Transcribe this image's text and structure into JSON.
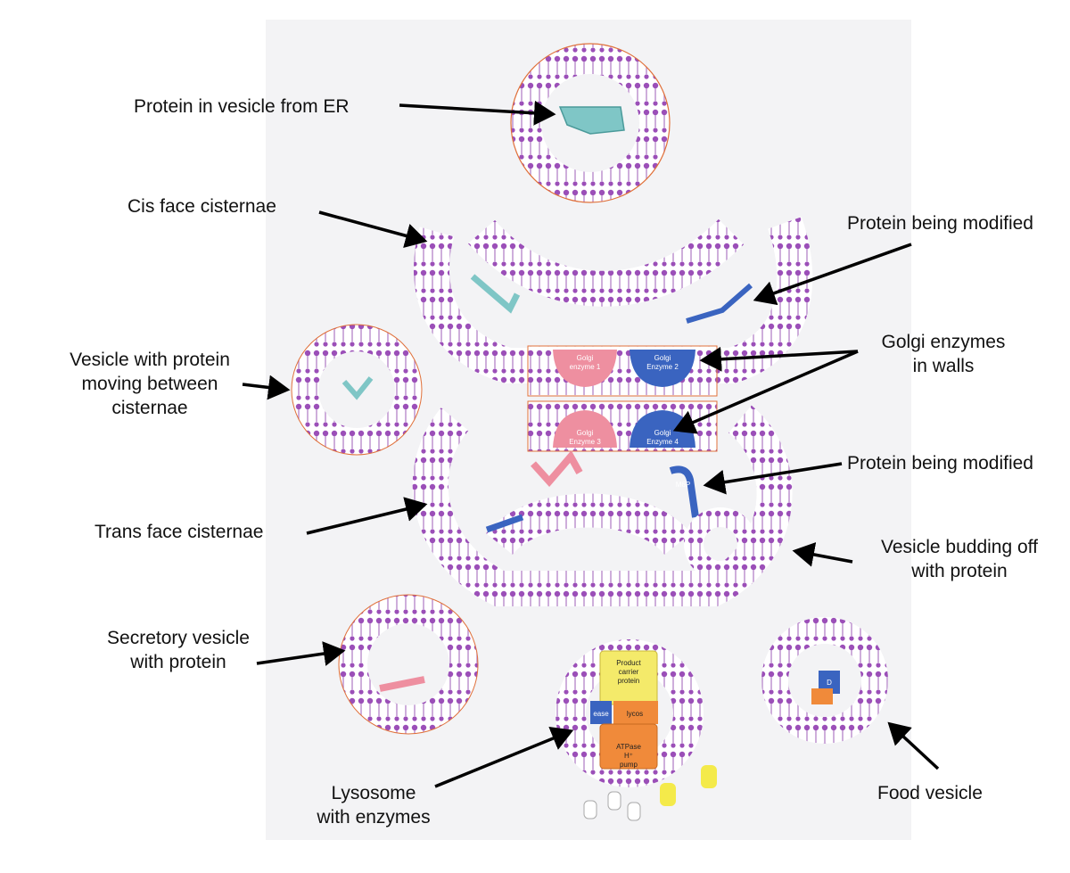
{
  "labels": {
    "protein_er": "Protein in vesicle from ER",
    "cis_face": "Cis face cisternae",
    "protein_modified_1": "Protein being modified",
    "vesicle_moving_1": "Vesicle with protein",
    "vesicle_moving_2": "moving between",
    "vesicle_moving_3": "cisternae",
    "golgi_enzymes_1": "Golgi enzymes",
    "golgi_enzymes_2": "in walls",
    "protein_modified_2": "Protein being modified",
    "trans_face": "Trans face cisternae",
    "vesicle_budding_1": "Vesicle budding off",
    "vesicle_budding_2": "with protein",
    "secretory_1": "Secretory vesicle",
    "secretory_2": "with protein",
    "lysosome_1": "Lysosome",
    "lysosome_2": "with enzymes",
    "food_vesicle": "Food vesicle"
  },
  "model_text": {
    "golgi": "Golgi",
    "enzyme_1": "enzyme 1",
    "enzyme_2": "Enzyme 2",
    "enzyme_3": "Enzyme 3",
    "enzyme_4": "Enzyme 4",
    "m6p": "M6P",
    "product_1": "Product",
    "product_2": "carrier",
    "product_3": "protein",
    "atpase_1": "ATPase",
    "atpase_2": "H⁺",
    "atpase_3": "pump",
    "ease": "ease",
    "lycos": "lycos",
    "d_tag": "D"
  },
  "colors": {
    "membrane_purple": "#9b4fb8",
    "membrane_edge": "#e0703a",
    "enzyme_pink": "#ee8fa0",
    "enzyme_blue": "#3a64c0",
    "protein_teal": "#7fc6c6",
    "arrow": "#000000"
  }
}
